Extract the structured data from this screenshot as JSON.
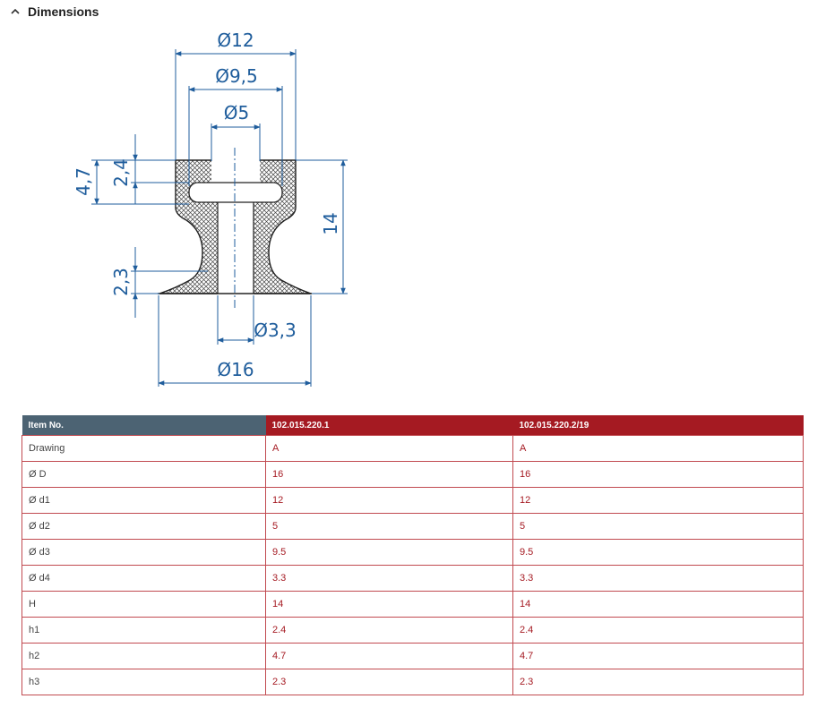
{
  "section": {
    "title": "Dimensions",
    "toggle_icon": "chevron-up-icon"
  },
  "drawing": {
    "labels": {
      "d12": "Ø12",
      "d95": "Ø9,5",
      "d5": "Ø5",
      "d33": "Ø3,3",
      "d16": "Ø16",
      "h47": "4,7",
      "h24": "2,4",
      "h23": "2,3",
      "h14": "14"
    },
    "colors": {
      "dimension": "#1f5d9c",
      "outline": "#222222"
    }
  },
  "table": {
    "headers": [
      "Item No.",
      "102.015.220.1",
      "102.015.220.2/19"
    ],
    "rows": [
      [
        "Drawing",
        "A",
        "A"
      ],
      [
        "Ø D",
        "16",
        "16"
      ],
      [
        "Ø d1",
        "12",
        "12"
      ],
      [
        "Ø d2",
        "5",
        "5"
      ],
      [
        "Ø d3",
        "9.5",
        "9.5"
      ],
      [
        "Ø d4",
        "3.3",
        "3.3"
      ],
      [
        "H",
        "14",
        "14"
      ],
      [
        "h1",
        "2.4",
        "2.4"
      ],
      [
        "h2",
        "4.7",
        "4.7"
      ],
      [
        "h3",
        "2.3",
        "2.3"
      ]
    ],
    "colors": {
      "header_item": "#4c6373",
      "header_product": "#a51a22",
      "border": "#c14a50",
      "value_text": "#a51a22"
    }
  }
}
